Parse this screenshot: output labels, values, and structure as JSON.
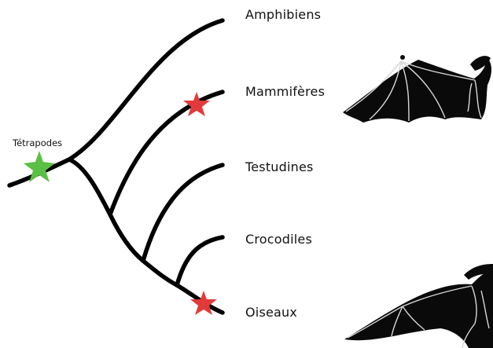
{
  "root": {
    "label": "Tétrapodes",
    "marker_color": "#5cbf45"
  },
  "taxa": [
    {
      "key": "amphibiens",
      "label": "Amphibiens"
    },
    {
      "key": "mammiferes",
      "label": "Mammifères"
    },
    {
      "key": "testudines",
      "label": "Testudines"
    },
    {
      "key": "crocodiles",
      "label": "Crocodiles"
    },
    {
      "key": "oiseaux",
      "label": "Oiseaux"
    }
  ],
  "flight_origin_marker_color": "#e23a3a",
  "illustrations": [
    {
      "icon": "bat-skeleton-icon",
      "next_to": "Mammifères"
    },
    {
      "icon": "pterosaur-skeleton-icon",
      "next_to": "Oiseaux"
    }
  ]
}
